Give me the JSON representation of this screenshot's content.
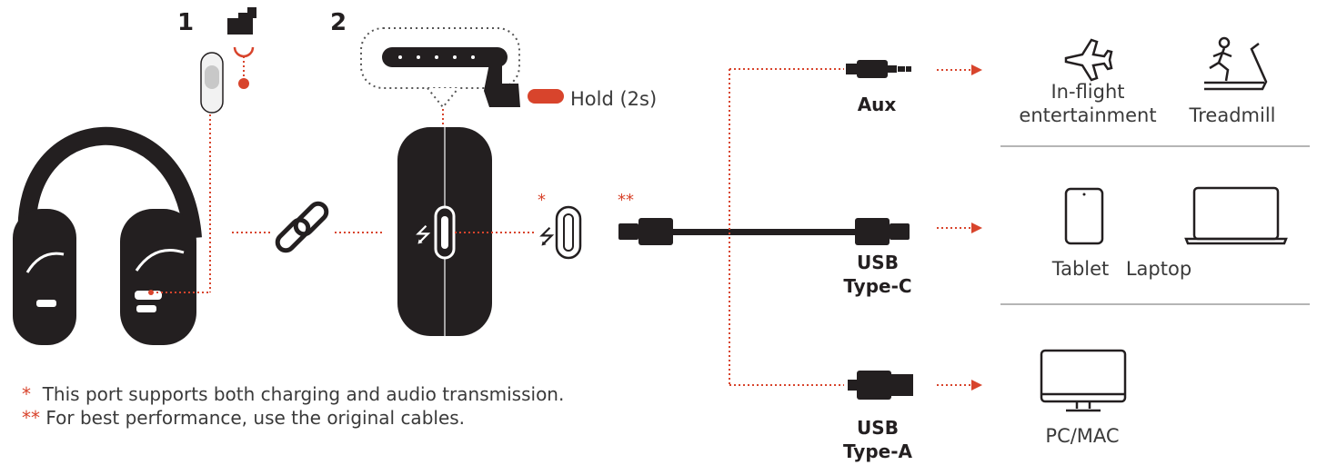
{
  "steps": {
    "step1": "1",
    "step2": "2"
  },
  "hold_label": "Hold (2s)",
  "markers": {
    "single": "*",
    "double": "**"
  },
  "connections": {
    "aux": "Aux",
    "usb_c": [
      "USB",
      "Type-C"
    ],
    "usb_a": [
      "USB",
      "Type-A"
    ]
  },
  "devices": {
    "inflight": [
      "In-flight",
      "entertainment"
    ],
    "treadmill": "Treadmill",
    "tablet": "Tablet",
    "laptop": "Laptop",
    "pc": "PC/MAC"
  },
  "notes": {
    "note1_marker": "*",
    "note1_text": "This port supports both charging and audio transmission.",
    "note2_marker": "**",
    "note2_text": "For best performance, use the original cables."
  },
  "colors": {
    "accent": "#d8442c",
    "ink": "#231f20",
    "divider": "#b5b5b5"
  },
  "icons": [
    "headphones-icon",
    "link-icon",
    "touch-hand-icon",
    "usb-symbol-icon",
    "airplane-icon",
    "treadmill-icon",
    "tablet-icon",
    "laptop-icon",
    "monitor-icon"
  ]
}
